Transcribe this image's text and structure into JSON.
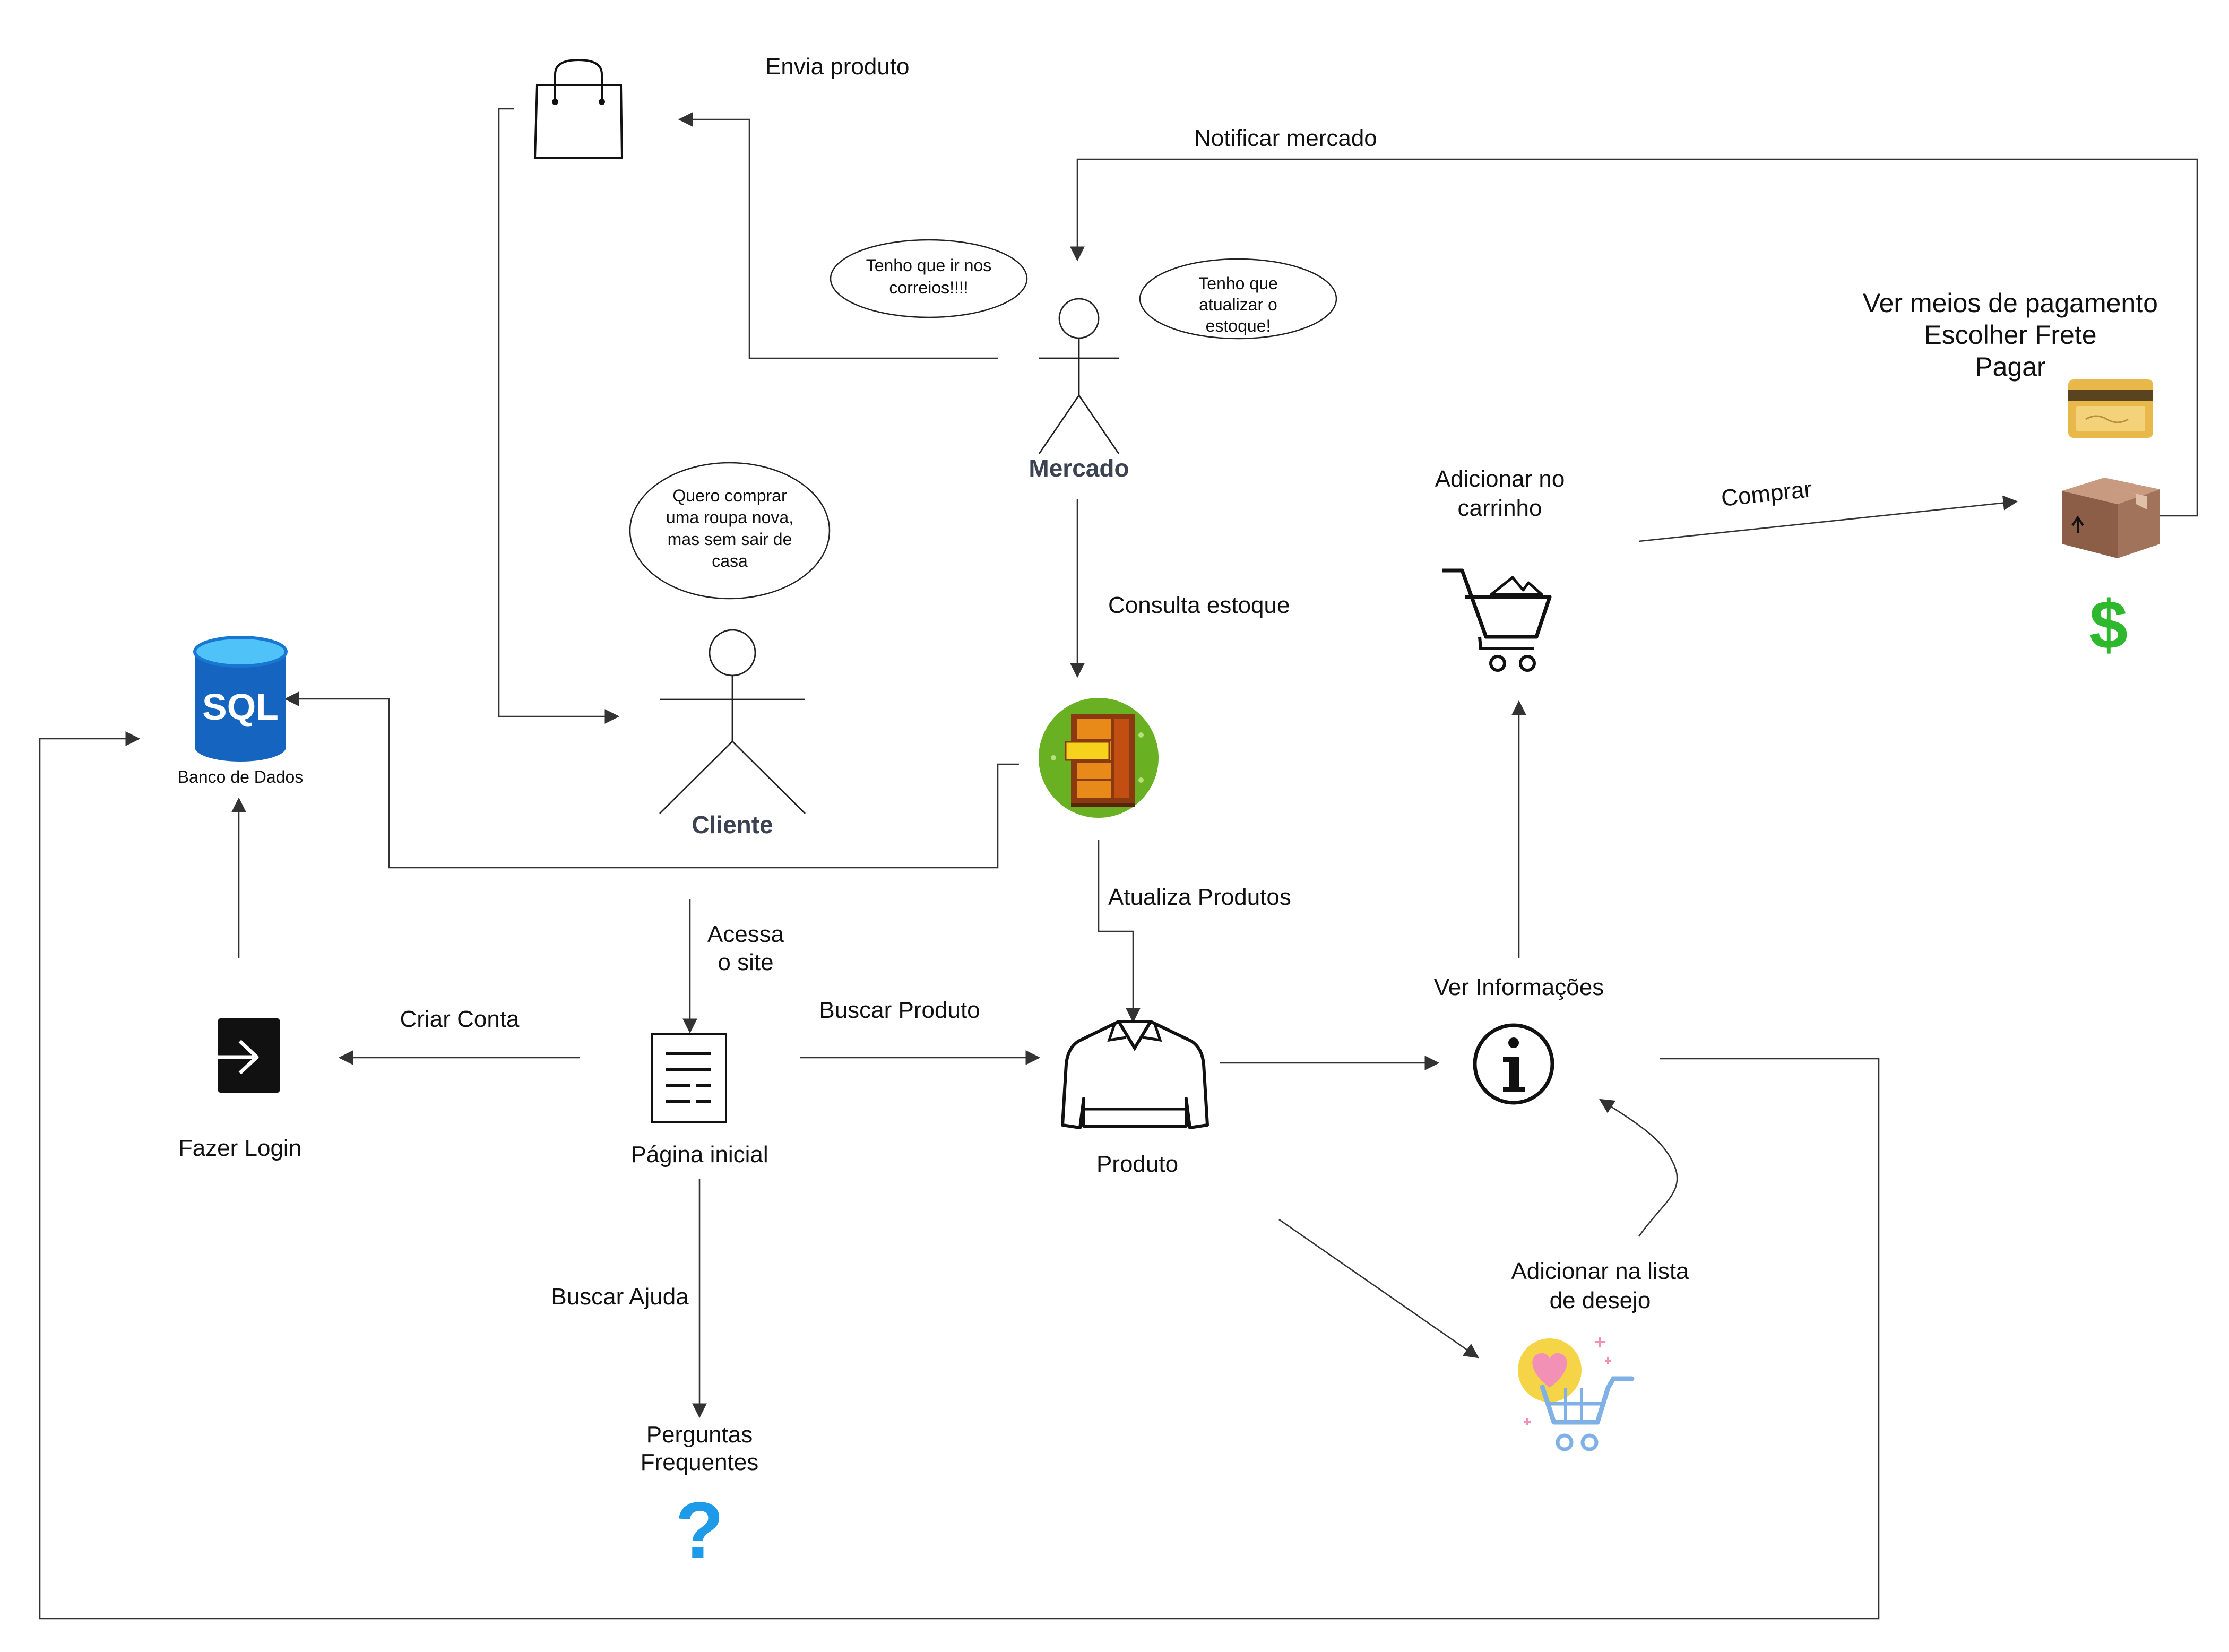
{
  "labels": {
    "envia_produto": "Envia produto",
    "notificar_mercado": "Notificar mercado",
    "mercado": "Mercado",
    "cliente": "Cliente",
    "consulta_estoque": "Consulta estoque",
    "atualiza_produtos": "Atualiza Produtos",
    "acessa_line1": "Acessa",
    "acessa_line2": "o site",
    "buscar_produto": "Buscar Produto",
    "criar_conta": "Criar Conta",
    "fazer_login": "Fazer Login",
    "pagina_inicial": "Página inicial",
    "produto": "Produto",
    "ver_informacoes": "Ver Informações",
    "adicionar_carrinho_line1": "Adicionar no",
    "adicionar_carrinho_line2": "carrinho",
    "comprar": "Comprar",
    "pagamento_line1": "Ver meios de pagamento",
    "pagamento_line2": "Escolher Frete",
    "pagamento_line3": "Pagar",
    "lista_desejo_line1": "Adicionar na lista",
    "lista_desejo_line2": "de desejo",
    "buscar_ajuda": "Buscar Ajuda",
    "perguntas_line1": "Perguntas",
    "perguntas_line2": "Frequentes",
    "banco_de_dados": "Banco de Dados",
    "sql": "SQL",
    "help_mark": "?",
    "dollar_mark": "$"
  },
  "bubbles": {
    "correios_line1": "Tenho que ir nos",
    "correios_line2": "correios!!!!",
    "estoque_line1": "Tenho que",
    "estoque_line2": "atualizar o",
    "estoque_line3": "estoque!",
    "cliente_line1": "Quero comprar",
    "cliente_line2": "uma roupa nova,",
    "cliente_line3": "mas sem sair de",
    "cliente_line4": "casa"
  },
  "icons": {
    "bag": "shopping-bag-icon",
    "database": "sql-database-icon",
    "login": "login-icon",
    "page": "document-icon",
    "shirt": "shirt-icon",
    "info": "info-icon",
    "cart": "shopping-cart-icon",
    "card": "credit-card-icon",
    "box": "package-box-icon",
    "dollar": "dollar-icon",
    "wishlist": "wishlist-cart-icon",
    "help": "question-mark-icon",
    "stock": "stock-cabinet-icon"
  },
  "colors": {
    "edge": "#333333",
    "sql_blue": "#1565c0",
    "sql_cyan": "#4fc3f7",
    "stock_green": "#6ab023",
    "stock_orange": "#e88a1a",
    "dollar_green": "#2eb82e",
    "help_blue": "#1e9be8",
    "card_gold": "#e8b84a",
    "box_brown": "#a0735a",
    "wishlist_yellow": "#f5d547",
    "wishlist_pink": "#f291b5",
    "wishlist_blue": "#7fb0e6",
    "actor_name": "#3b4252"
  }
}
